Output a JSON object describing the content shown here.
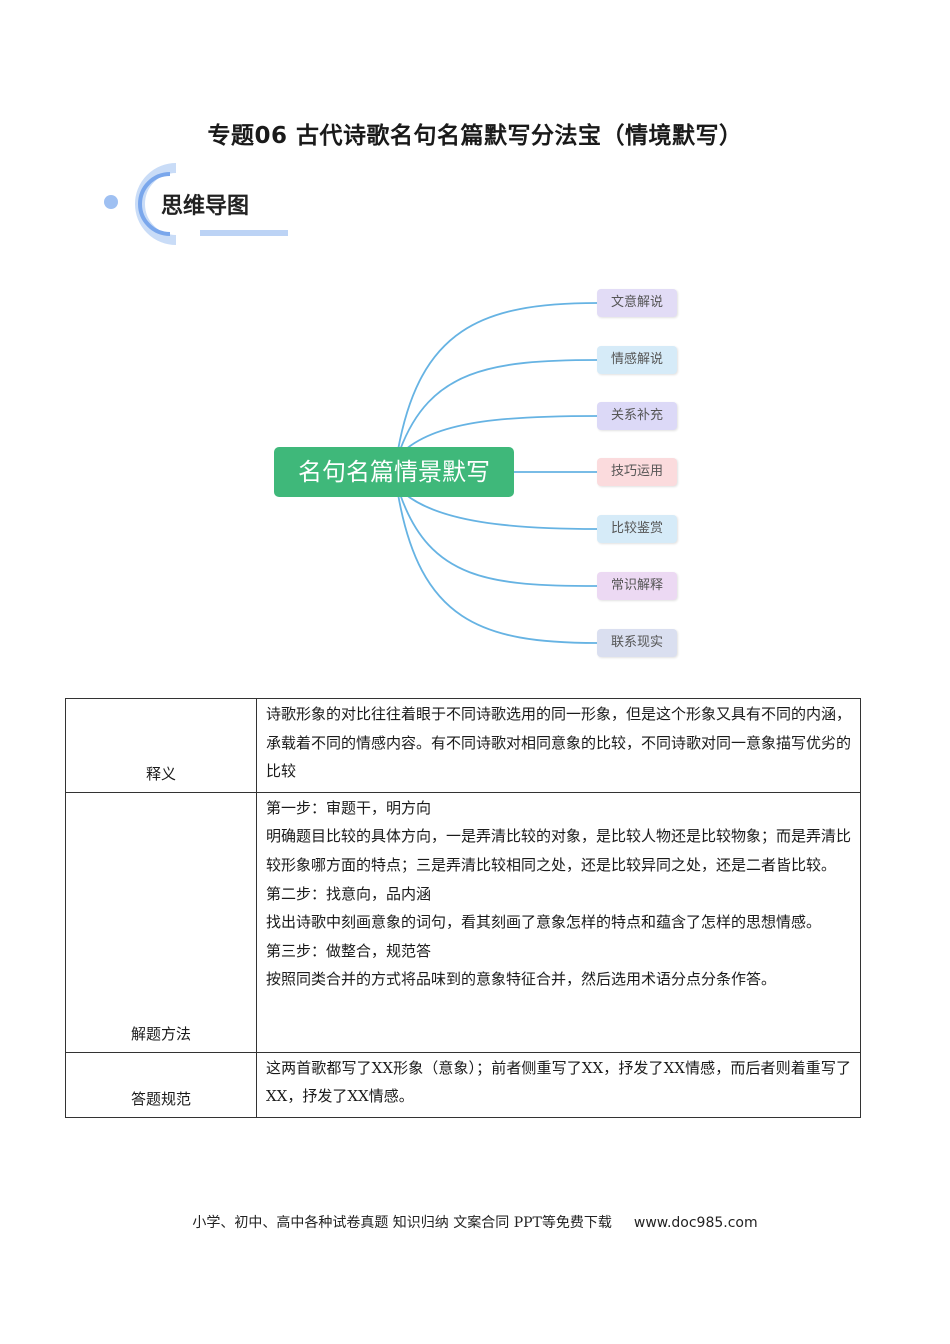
{
  "title": "专题06  古代诗歌名句名篇默写分法宝（情境默写）",
  "section_badge": "思维导图",
  "mindmap": {
    "center": "名句名篇情景默写",
    "branches": [
      {
        "label": "文意解说",
        "color": "#e2dcf6"
      },
      {
        "label": "情感解说",
        "color": "#d6ebf8"
      },
      {
        "label": "关系补充",
        "color": "#dcd9f7"
      },
      {
        "label": "技巧运用",
        "color": "#fbdbdd"
      },
      {
        "label": "比较鉴赏",
        "color": "#d6ebf8"
      },
      {
        "label": "常识解释",
        "color": "#ecd9f3"
      },
      {
        "label": "联系现实",
        "color": "#dadff0"
      }
    ]
  },
  "table": {
    "rows": [
      {
        "label": "释义",
        "lines": [
          "诗歌形象的对比往往着眼于不同诗歌选用的同一形象，但是这个形象又具有不同的内涵，承载着不同的情感内容。有不同诗歌对相同意象的比较，不同诗歌对同一意象描写优劣的比较"
        ]
      },
      {
        "label": "解题方法",
        "lines": [
          "第一步：审题干，明方向",
          "明确题目比较的具体方向，一是弄清比较的对象，是比较人物还是比较物象；而是弄清比较形象哪方面的特点；三是弄清比较相同之处，还是比较异同之处，还是二者皆比较。",
          "第二步：找意向，品内涵",
          "找出诗歌中刻画意象的词句，看其刻画了意象怎样的特点和蕴含了怎样的思想情感。",
          "第三步：做整合，规范答",
          "按照同类合并的方式将品味到的意象特征合并，然后选用术语分点分条作答。"
        ]
      },
      {
        "label": "答题规范",
        "lines": [
          "这两首歌都写了XX形象（意象）；前者侧重写了XX，抒发了XX情感，而后者则着重写了XX，抒发了XX情感。"
        ]
      }
    ]
  },
  "footer": {
    "text": "小学、初中、高中各种试卷真题  知识归纳  文案合同  PPT等免费下载",
    "url": "www.doc985.com"
  }
}
